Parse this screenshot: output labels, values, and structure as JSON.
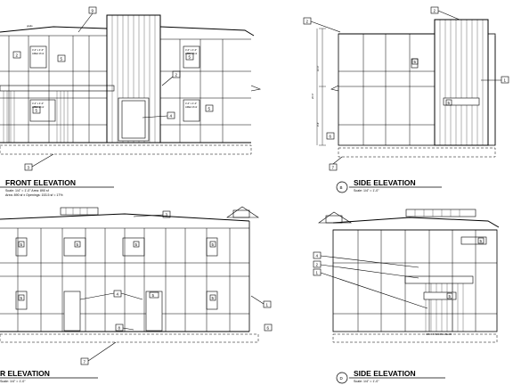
{
  "elevations": {
    "front": {
      "title": "FRONT ELEVATION",
      "scale": "Scale: 1/4\" = 1'-0\"  Area: 890 sf",
      "area": "Area: 890 sf x Openings: 153.5 sf = 17%"
    },
    "side_b": {
      "letter": "B",
      "title": "SIDE ELEVATION",
      "scale": "Scale: 1/4\" = 1'-0\""
    },
    "rear": {
      "title": "R ELEVATION",
      "scale": "Scale: 1/4\" = 1'-0\""
    },
    "side_d": {
      "letter": "D",
      "title": "SIDE ELEVATION",
      "scale": "Scale: 1/4\" = 1'-0\""
    }
  },
  "window_notes": {
    "win_a": "4'-0\" x 4'-0\"",
    "win_b": "AREA 16 sf",
    "grade": "grade",
    "dim_upper": "10'-0\"",
    "dim_total": "20'-0\"",
    "dim_lower": "9'-6\"",
    "note": "GRAY STANDING SEAM"
  },
  "callouts": {
    "c1": "1",
    "c2": "2",
    "c3": "3",
    "c4": "4",
    "c5": "5",
    "c6": "6",
    "c7": "7",
    "c8": "8",
    "c9": "9"
  }
}
